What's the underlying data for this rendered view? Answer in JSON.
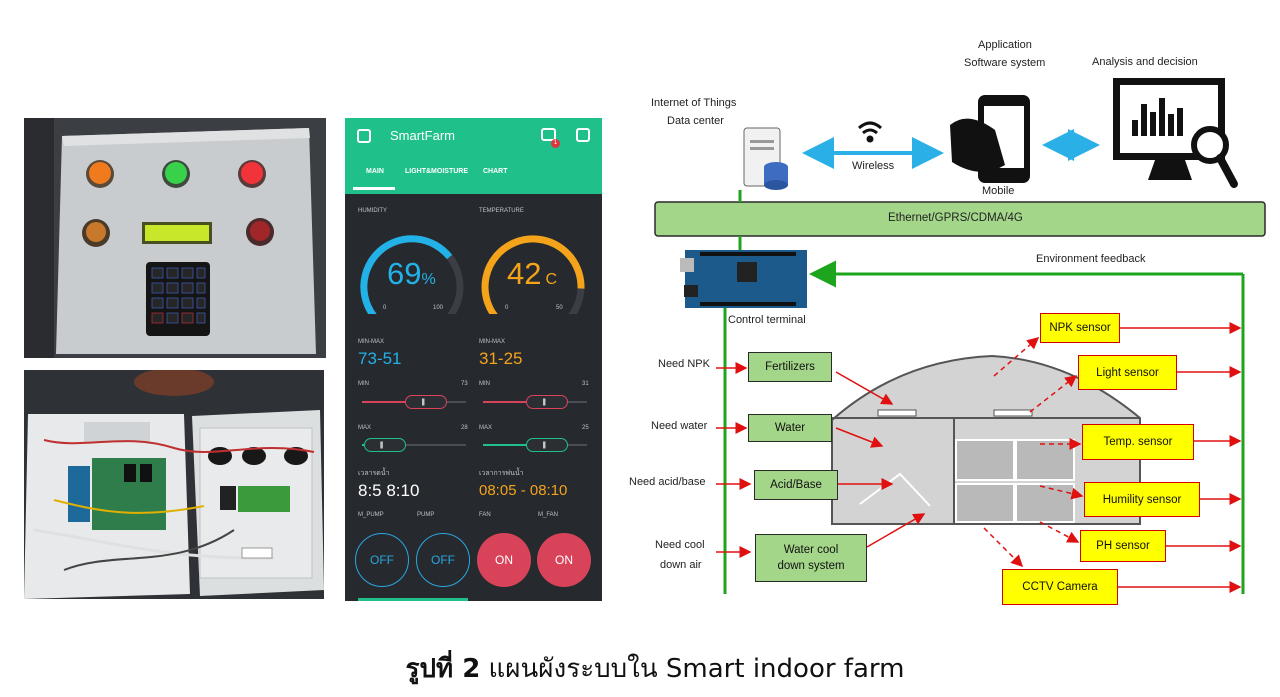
{
  "app": {
    "title": "SmartFarm",
    "notification_count": "1",
    "tabs": [
      "MAIN",
      "LIGHT&MOISTURE",
      "CHART"
    ],
    "humidity": {
      "label": "HUMIDITY",
      "value": "69",
      "unit": "%",
      "min": "0",
      "max": "100",
      "fraction": 0.69
    },
    "temperature": {
      "label": "TEMPERATURE",
      "value": "42",
      "unit": "C",
      "min": "0",
      "max": "50",
      "fraction": 0.84
    },
    "minmax_left": {
      "label": "MIN-MAX",
      "value": "73-51"
    },
    "minmax_right": {
      "label": "MIN-MAX",
      "value": "31-25"
    },
    "sliders": [
      {
        "label": "MIN",
        "max_label": "73",
        "value_fraction": 0.62,
        "color": "#d9435a"
      },
      {
        "label": "MIN",
        "max_label": "31",
        "value_fraction": 0.62,
        "color": "#d9435a"
      },
      {
        "label": "MAX",
        "max_label": "28",
        "value_fraction": 0.22,
        "color": "#1fc08a"
      },
      {
        "label": "MAX",
        "max_label": "25",
        "value_fraction": 0.62,
        "color": "#1fc08a"
      }
    ],
    "time_left": {
      "label": "เวลารดน้ำ",
      "value": "8:5 8:10"
    },
    "time_right": {
      "label": "เวลาการพ่นน้ำ",
      "value": "08:05 - 08:10"
    },
    "buttons": [
      {
        "label": "M_PUMP",
        "state": "OFF",
        "color": "#2aa7e0",
        "filled": false
      },
      {
        "label": "PUMP",
        "state": "OFF",
        "color": "#2aa7e0",
        "filled": false
      },
      {
        "label": "FAN",
        "state": "ON",
        "color": "#d9435a",
        "filled": true
      },
      {
        "label": "M_FAN",
        "state": "ON",
        "color": "#d9435a",
        "filled": true
      }
    ],
    "colors": {
      "header": "#1fc08a",
      "background": "#26292e",
      "humidity_arc": "#23b2e8",
      "temperature_arc": "#f4a31b"
    }
  },
  "photos": {
    "control_box": {
      "led_colors": [
        "#f07a1e",
        "#38d14a",
        "#f0343a"
      ]
    },
    "wiring_box": {}
  },
  "diagram": {
    "iot_data_center": [
      "Internet of Things",
      "Data center"
    ],
    "application": [
      "Application",
      "Software system"
    ],
    "analysis": "Analysis and decision",
    "wireless": "Wireless",
    "mobile": "Mobile",
    "network_bar": "Ethernet/GPRS/CDMA/4G",
    "control_terminal": "Control terminal",
    "environment_feedback": "Environment feedback",
    "needs": [
      "Need NPK",
      "Need water",
      "Need acid/base",
      "Need cool",
      "down air"
    ],
    "actuators": [
      "Fertilizers",
      "Water",
      "Acid/Base",
      "Water cool",
      "down system"
    ],
    "sensors": [
      "NPK sensor",
      "Light sensor",
      "Temp. sensor",
      "Humility sensor",
      "PH sensor",
      "CCTV Camera"
    ],
    "colors": {
      "green_box": "#a4d68a",
      "yellow_box": "#ffff00",
      "arrow_red": "#e01010",
      "feedback_green": "#1ea51e",
      "wireless_blue": "#2ab0e6"
    }
  },
  "caption": {
    "bold": "รูปที่ 2",
    "text": " แผนผังระบบใน Smart indoor farm"
  }
}
